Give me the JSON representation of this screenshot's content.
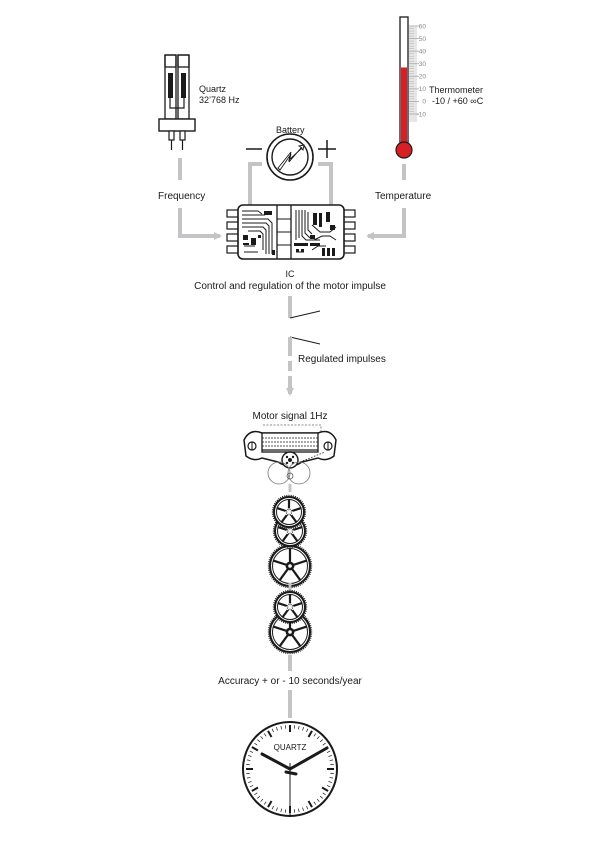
{
  "components": {
    "quartz": {
      "name": "Quartz",
      "frequency": "32’768 Hz"
    },
    "battery": {
      "name": "Battery",
      "minus": "—",
      "plus": "+"
    },
    "thermometer": {
      "name": "Thermometer",
      "range_text": "-10 / +60 ∞C",
      "scale_min": -10,
      "scale_max": 60,
      "ticks": [
        "60",
        "50",
        "40",
        "30",
        "20",
        "10",
        "0",
        "-10"
      ],
      "current_temperature": 27,
      "fill_color": "#d81f26"
    },
    "ic": {
      "name": "IC",
      "description": "Control and regulation of the motor impulse"
    },
    "motor": {
      "label": "Motor signal 1Hz"
    },
    "clock": {
      "brand": "QUARTZ"
    }
  },
  "flow_labels": {
    "frequency": "Frequency",
    "temperature": "Temperature",
    "regulated_impulses": "Regulated impulses",
    "accuracy": "Accuracy + or - 10 seconds/year"
  },
  "colors": {
    "connector": "#c4c4c6",
    "ink": "#1a1a1a",
    "scale": "#b8b8b8"
  }
}
